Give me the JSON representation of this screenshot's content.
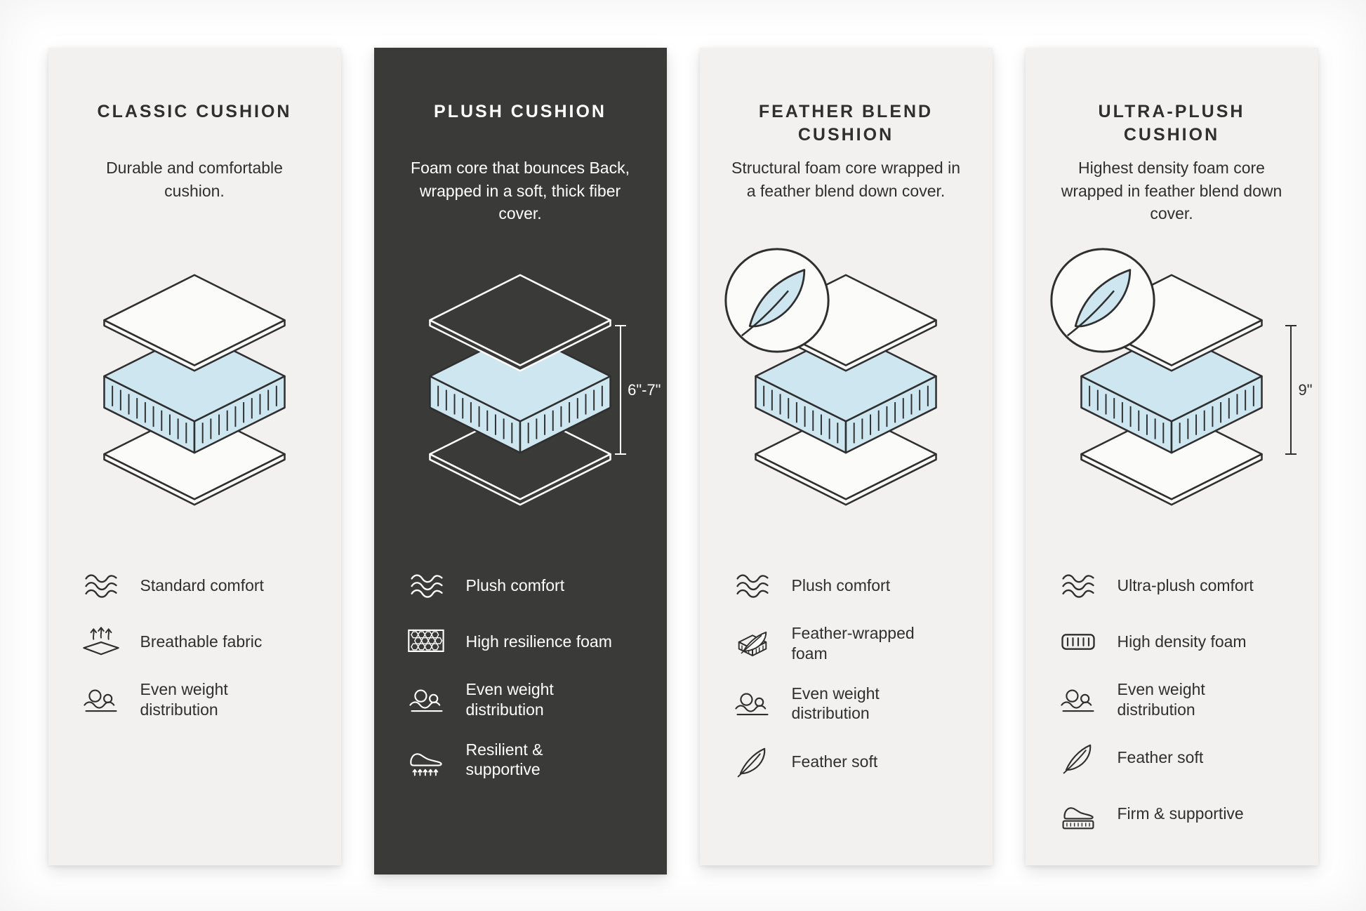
{
  "infographic": {
    "panels": [
      {
        "id": "classic",
        "title": "CLASSIC CUSHION",
        "description": "Durable and comfortable cushion.",
        "has_feather_badge": false,
        "dimension_label": "",
        "features": [
          {
            "icon": "waves-icon",
            "label": "Standard comfort"
          },
          {
            "icon": "breathable-fabric-icon",
            "label": "Breathable fabric"
          },
          {
            "icon": "even-weight-distribution-icon",
            "label": "Even weight distribution"
          }
        ]
      },
      {
        "id": "plush",
        "title": "PLUSH CUSHION",
        "description": "Foam core that bounces Back, wrapped in a soft, thick fiber cover.",
        "has_feather_badge": false,
        "dimension_label": "6\"-7\"",
        "features": [
          {
            "icon": "waves-icon",
            "label": "Plush comfort"
          },
          {
            "icon": "high-resilience-foam-icon",
            "label": "High resilience foam"
          },
          {
            "icon": "even-weight-distribution-icon",
            "label": "Even weight distribution"
          },
          {
            "icon": "resilient-supportive-icon",
            "label": "Resilient & supportive"
          }
        ]
      },
      {
        "id": "feather-blend",
        "title": "FEATHER BLEND CUSHION",
        "description": "Structural foam core wrapped in a feather blend down cover.",
        "has_feather_badge": true,
        "dimension_label": "",
        "features": [
          {
            "icon": "waves-icon",
            "label": "Plush comfort"
          },
          {
            "icon": "feather-wrapped-foam-icon",
            "label": "Feather-wrapped foam"
          },
          {
            "icon": "even-weight-distribution-icon",
            "label": "Even weight distribution"
          },
          {
            "icon": "feather-icon",
            "label": "Feather soft"
          }
        ]
      },
      {
        "id": "ultra-plush",
        "title": "ULTRA-PLUSH CUSHION",
        "description": "Highest density foam core wrapped in feather blend down cover.",
        "has_feather_badge": true,
        "dimension_label": "9\"",
        "features": [
          {
            "icon": "waves-icon",
            "label": "Ultra-plush comfort"
          },
          {
            "icon": "high-density-foam-icon",
            "label": "High density foam"
          },
          {
            "icon": "even-weight-distribution-icon",
            "label": "Even weight distribution"
          },
          {
            "icon": "feather-icon",
            "label": "Feather soft"
          },
          {
            "icon": "firm-supportive-icon",
            "label": "Firm & supportive"
          }
        ]
      }
    ],
    "colors": {
      "panel_light": "#f2f1ef",
      "panel_dark": "#3a3a39",
      "foam_blue": "#cde6f0",
      "outline_dark": "#2f2f2f",
      "text_light": "#ffffff",
      "background": "#ffffff"
    }
  }
}
